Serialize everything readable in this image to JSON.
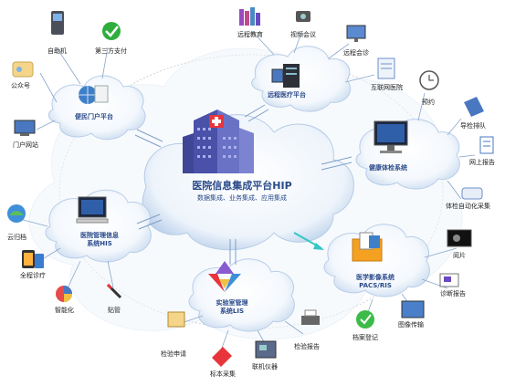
{
  "hub": {
    "title": "医院信息集成平台HIP",
    "subtitle": "数据集成、业务集成、应用集成"
  },
  "clouds": {
    "portal": "便民门户平台",
    "remote": "远程医疗平台",
    "exam": "健康体检系统",
    "his_line1": "医院管理信息",
    "his_line2": "系统HIS",
    "pacs_line1": "医学影像系统",
    "pacs_line2": "PACS/RIS",
    "lis_line1": "实验室管理",
    "lis_line2": "系统LIS"
  },
  "items": {
    "self_service_machine": "自助机",
    "third_party_payment": "第三方支付",
    "public_account": "公众号",
    "portal_website": "门户网站",
    "remote_education": "远程教育",
    "video_conference": "视频会议",
    "remote_consultation": "远程会诊",
    "internet_hospital": "互联网医院",
    "appointment": "预约",
    "guided_exam": "导检排队",
    "online_report": "网上报告",
    "exam_automation": "体检自动化采集",
    "cloud_archive": "云归档",
    "full_diagnosis": "全程诊疗",
    "intelligent": "智能化",
    "tube_sticking": "贴管",
    "inspection_request": "检验申请",
    "specimen_collection": "标本采集",
    "online_instrument": "联机仪器",
    "inspection_report": "检验报告",
    "film_reading": "阅片",
    "diagnosis_report": "诊断报告",
    "image_transfer": "图像传输",
    "archive_signin": "档案登记"
  },
  "colors": {
    "cloud_fill": "#ffffff",
    "cloud_edge": "#bcd0ea",
    "arrow": "#7f9fc6",
    "title_blue": "#2a4a8a",
    "building": "#5b63b7",
    "teal_arrow": "#35c6c6"
  }
}
